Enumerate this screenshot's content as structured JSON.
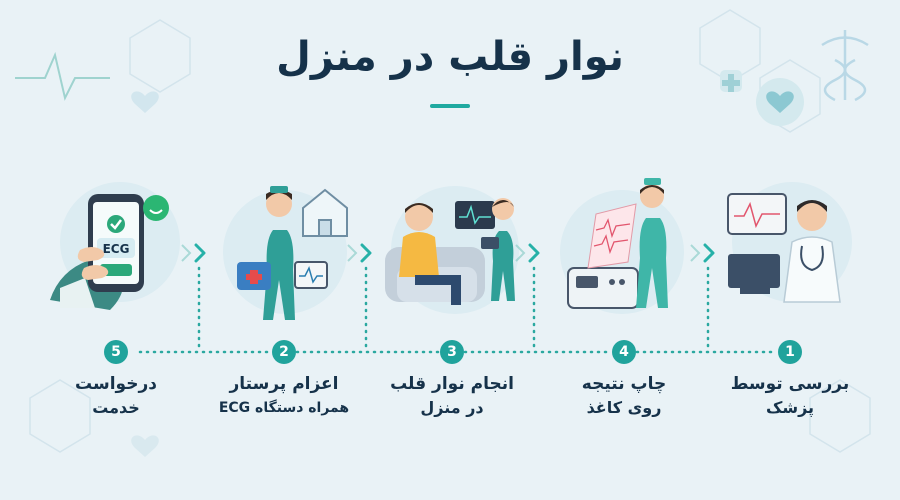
{
  "title": "نوار قلب در منزل",
  "steps": [
    {
      "number": "5",
      "line1": "درخواست",
      "line2": "خدمت"
    },
    {
      "number": "2",
      "line1": "اعزام پرستار",
      "line2": "همراه دستگاه ECG"
    },
    {
      "number": "3",
      "line1": "انجام نوار قلب",
      "line2": "در منزل"
    },
    {
      "number": "4",
      "line1": "چاپ نتیجه",
      "line2": "روی کاغذ"
    },
    {
      "number": "1",
      "line1": "بررسی توسط",
      "line2": "پزشک"
    }
  ],
  "phone_screen_text": "ECG",
  "colors": {
    "accent": "#20a39c",
    "title": "#16324a",
    "background": "#e9f2f6",
    "scrub": "#3fb6a8"
  }
}
